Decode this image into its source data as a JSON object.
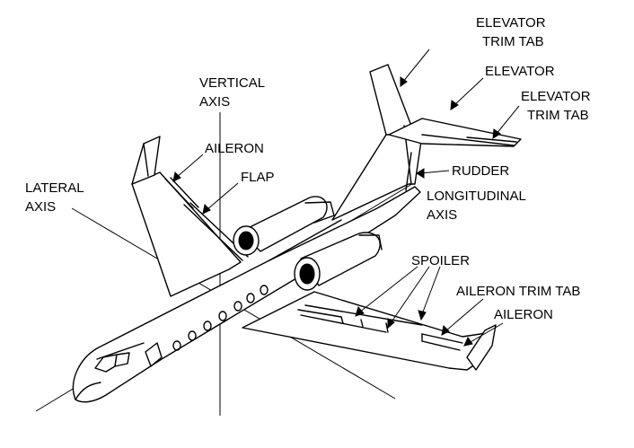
{
  "labels": {
    "elevator_trim_tab_top": [
      "ELEVATOR",
      "TRIM TAB"
    ],
    "elevator": "ELEVATOR",
    "elevator_trim_tab_right": [
      "ELEVATOR",
      "TRIM TAB"
    ],
    "vertical_axis": [
      "VERTICAL",
      "AXIS"
    ],
    "aileron_left": "AILERON",
    "flap": "FLAP",
    "rudder": "RUDDER",
    "lateral_axis": [
      "LATERAL",
      "AXIS"
    ],
    "longitudinal_axis": [
      "LONGITUDINAL",
      "AXIS"
    ],
    "spoiler": "SPOILER",
    "aileron_trim_tab": "AILERON TRIM TAB",
    "aileron_right": "AILERON"
  }
}
